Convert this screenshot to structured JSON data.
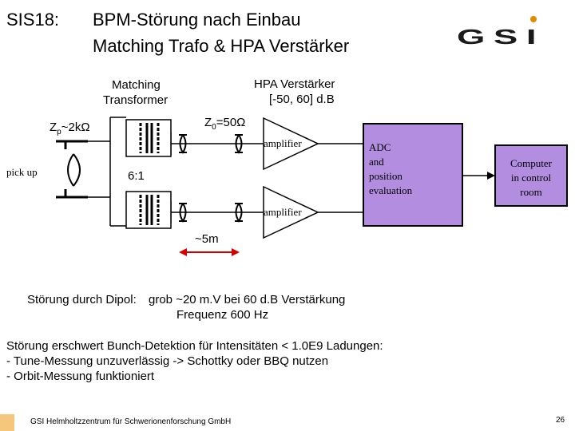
{
  "header": {
    "code": "SIS18:",
    "title_line1": "BPM-Störung nach Einbau",
    "title_line2": "Matching Trafo & HPA Verstärker",
    "logo_text": "GSI"
  },
  "diagram": {
    "matching_label_1": "Matching",
    "matching_label_2": "Transformer",
    "hpa_label_1": "HPA Verstärker",
    "hpa_label_2": "[-50, 60] d.B",
    "zp_main": "Z",
    "zp_sub": "p",
    "zp_rest": "~2kΩ",
    "z0_main": "Z",
    "z0_sub": "0",
    "z0_rest": "=50Ω",
    "pickup_label": "pick up",
    "ratio_label": "6:1",
    "amplifier_top": "amplifier",
    "amplifier_bottom": "amplifier",
    "adc_line1": "ADC",
    "adc_line2": "and",
    "adc_line3": "position",
    "adc_line4": "evaluation",
    "computer_line1": "Computer",
    "computer_line2": "in control",
    "computer_line3": "room",
    "distance_label": "~5m",
    "colors": {
      "adc_fill": "#b38ee0",
      "computer_fill": "#b38ee0",
      "arrow": "#d40000"
    }
  },
  "body": {
    "stoerung_label": "Störung durch Dipol:",
    "stoerung_value_1": "grob ~20 m.V bei 60 d.B Verstärkung",
    "stoerung_value_2": "Frequenz 600 Hz",
    "note_line1": "Störung erschwert Bunch-Detektion für Intensitäten < 1.0E9 Ladungen:",
    "note_line2": "- Tune-Messung unzuverlässig -> Schottky oder BBQ nutzen",
    "note_line3": "- Orbit-Messung funktioniert"
  },
  "footer": {
    "org": "GSI Helmholtzzentrum für Schwerionenforschung GmbH",
    "page": "26"
  }
}
